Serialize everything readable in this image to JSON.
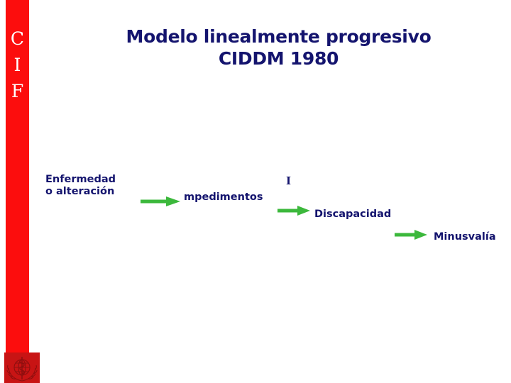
{
  "slide": {
    "title_line_1": "Modelo linealmente progresivo",
    "title_line_2": "CIDDM 1980",
    "title_color": "#14146e",
    "background_color": "#ffffff"
  },
  "sidebar": {
    "color": "#fc0d0d",
    "letters": [
      "C",
      "I",
      "F"
    ],
    "letter_color": "#ffffff",
    "logo_name": "who-emblem"
  },
  "diagram": {
    "arrow_color": "#3cb83c",
    "text_color": "#14146e",
    "nodes": [
      {
        "id": "enfermedad",
        "line_1": "Enfermedad",
        "line_2": "o alteración"
      },
      {
        "id": "impedimentos",
        "label": "mpedimentos",
        "prefix_letter": "I"
      },
      {
        "id": "discapacidad",
        "label": "Discapacidad"
      },
      {
        "id": "minusvalia",
        "label": "Minusvalía"
      }
    ],
    "arrows": [
      {
        "id": "arrow-1",
        "from": "enfermedad",
        "to": "impedimentos"
      },
      {
        "id": "arrow-2",
        "from": "impedimentos",
        "to": "discapacidad"
      },
      {
        "id": "arrow-3",
        "from": "discapacidad",
        "to": "minusvalia"
      }
    ]
  }
}
